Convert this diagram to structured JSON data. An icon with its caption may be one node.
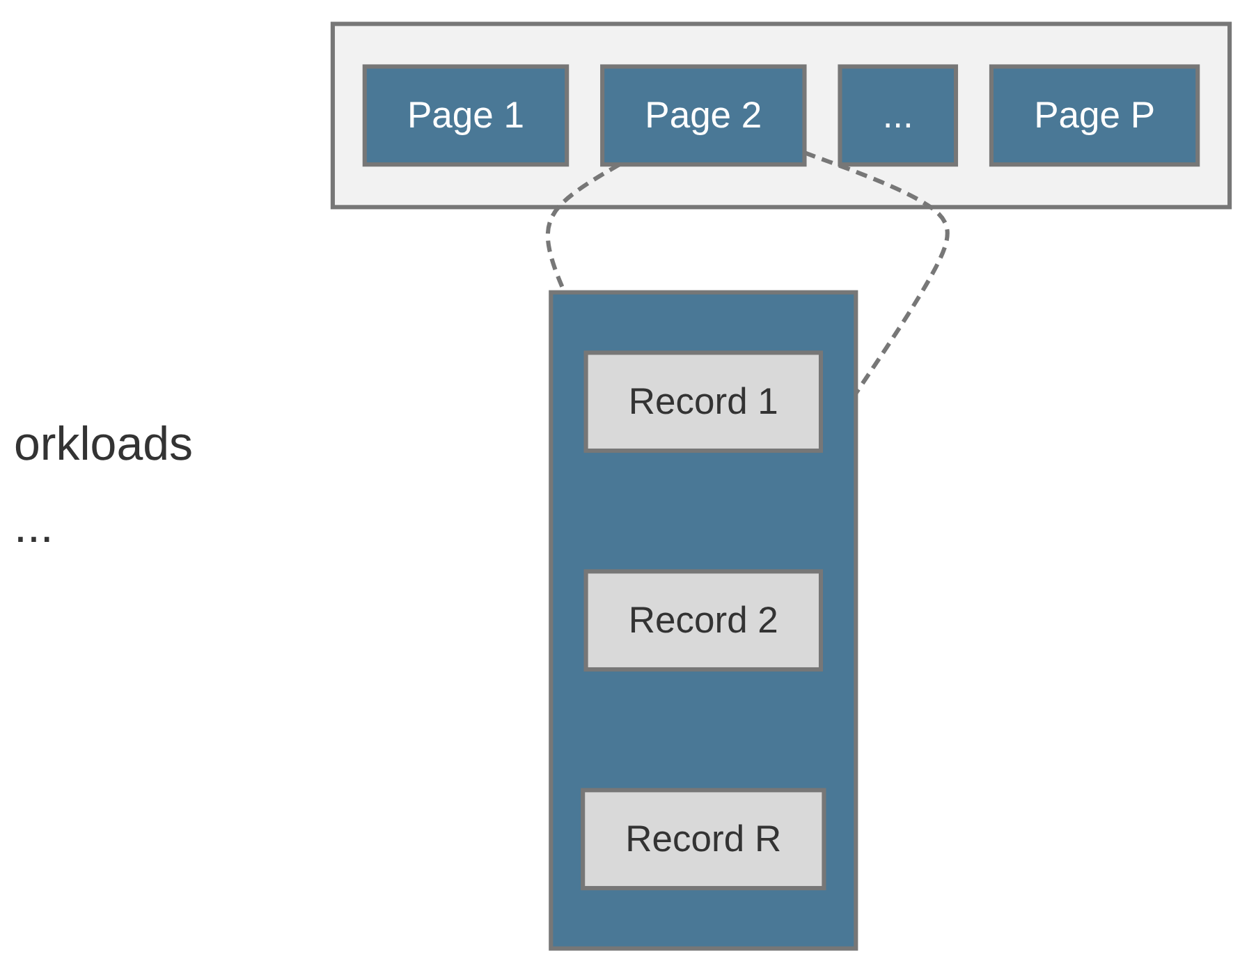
{
  "diagram": {
    "nodes": [
      {
        "text": [],
        "shape": "box"
      },
      {
        "text": [
          "Page 1"
        ],
        "in": 0
      },
      {
        "text": [
          "Page 2"
        ],
        "in": 0
      },
      {
        "text": [
          "..."
        ],
        "in": 0
      },
      {
        "text": [
          "Page P"
        ],
        "in": 0
      },
      {
        "text": [],
        "shape": "box"
      },
      {
        "text": [
          "Record 1"
        ],
        "in": 5
      },
      {
        "text": [
          "Record 2"
        ],
        "in": 5
      },
      {
        "text": [
          "Record R"
        ],
        "in": 5
      }
    ],
    "edges": [
      {
        "from": 2,
        "to": 5,
        "arrow": "none",
        "style": "dashed"
      },
      {
        "from": 2,
        "to": 5,
        "arrow": "none",
        "style": "dashed"
      }
    ],
    "labels": [
      "orkloads",
      "..."
    ]
  }
}
